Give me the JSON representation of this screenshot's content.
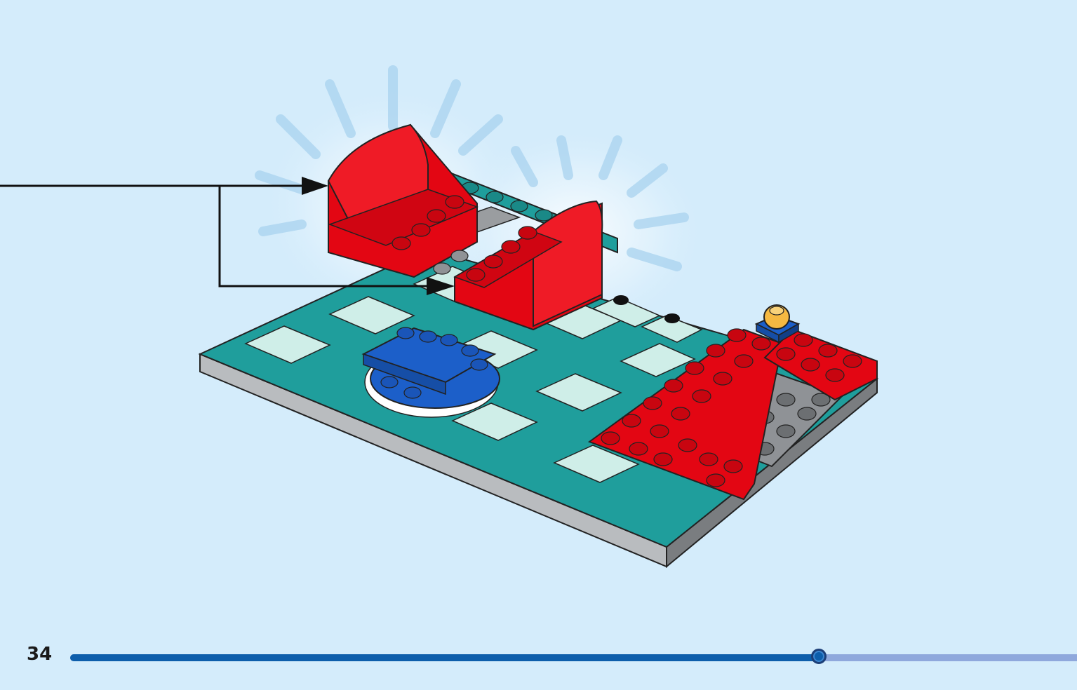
{
  "page": {
    "number": "34",
    "progress_fraction": 0.7435
  },
  "illustration": {
    "subject": "lego-build-step-shop-base",
    "callout": {
      "type": "arrow",
      "targets": [
        "red-chair-left",
        "red-chair-right"
      ]
    },
    "colors": {
      "background": "#d4ecfb",
      "base_teal": "#1f9e9c",
      "tile_light": "#cfeee8",
      "red": "#e30613",
      "blue": "#1c5fc9",
      "gray": "#8f9296",
      "gold": "#f5b942",
      "progress_fill": "#0d5eab",
      "progress_track": "#8fa8dc"
    }
  }
}
